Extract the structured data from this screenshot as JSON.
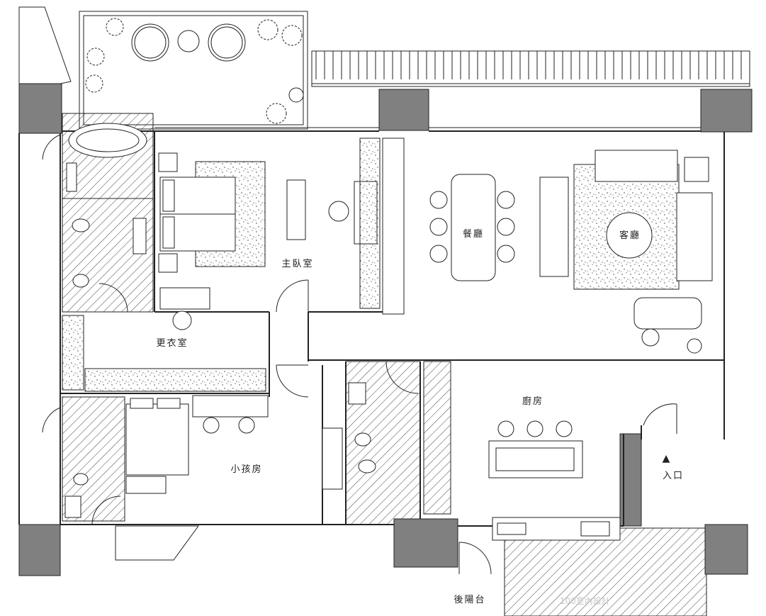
{
  "rooms": {
    "master_bedroom": "主臥室",
    "dining": "餐廳",
    "living": "客廳",
    "walk_in_closet": "更衣室",
    "kitchen": "廚房",
    "kids_room": "小孩房",
    "entrance": "入口",
    "rear_balcony": "後陽台"
  },
  "entrance_marker": "▲",
  "watermark": "100室內設計",
  "colors": {
    "wall": "#808080",
    "line": "#222222",
    "hatch": "#555555"
  }
}
